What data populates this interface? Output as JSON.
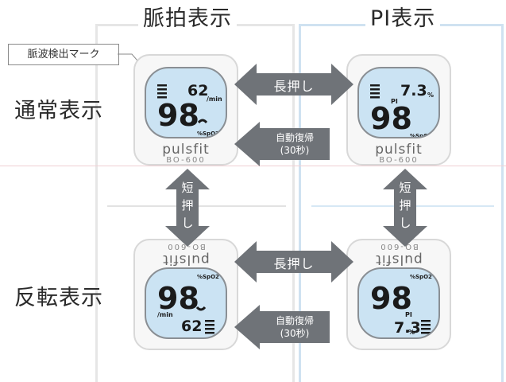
{
  "columns": {
    "left_title": "脈拍表示",
    "right_title": "PI表示"
  },
  "rows": {
    "top_title": "通常表示",
    "bottom_title": "反転表示"
  },
  "callout": {
    "label": "脈波検出マーク"
  },
  "device": {
    "brand": "pulsfit",
    "model": "BO-600",
    "spo2_value": "98",
    "spo2_unit": "%SpO2",
    "pulse_value": "62",
    "pulse_unit": "/min",
    "pi_value": "7.3",
    "pi_unit": "%",
    "pi_label": "PI"
  },
  "arrows": {
    "long_press": "長押し",
    "auto_return_line1": "自動復帰",
    "auto_return_line2": "(30秒)",
    "short_press_line1": "短",
    "short_press_line2": "押",
    "short_press_line3": "し"
  },
  "colors": {
    "screen": "#cbe3f3",
    "arrow": "#6f7378",
    "right_panel": "#cfe2f1",
    "left_panel": "#e6e6e6"
  }
}
